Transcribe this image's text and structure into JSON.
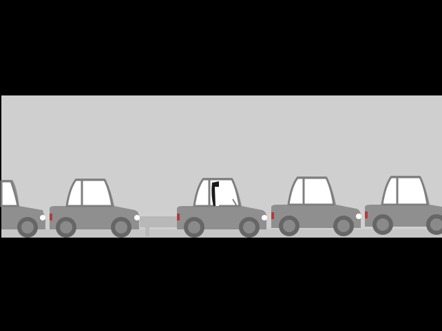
{
  "scene": {
    "description_visible_text": "",
    "colors": {
      "letterbox": "#000000",
      "sky": "#cfcfcf",
      "road": "#bdbdbd",
      "car_body": "#8f8f8f",
      "car_body_shadow": "#7a7a7a",
      "window": "#ffffff",
      "window_frame": "#7f7f7f",
      "wheel": "#666666",
      "hub": "#8a8a8a",
      "taillight": "#b23a3a",
      "headlight": "#ffffff",
      "hitch": "#b8b8b8"
    },
    "cars": [
      {
        "id": "car-1",
        "has_driver": false
      },
      {
        "id": "car-2",
        "has_driver": false
      },
      {
        "id": "car-3",
        "has_driver": true
      },
      {
        "id": "car-4",
        "has_driver": false
      },
      {
        "id": "car-5",
        "has_driver": false
      }
    ]
  }
}
